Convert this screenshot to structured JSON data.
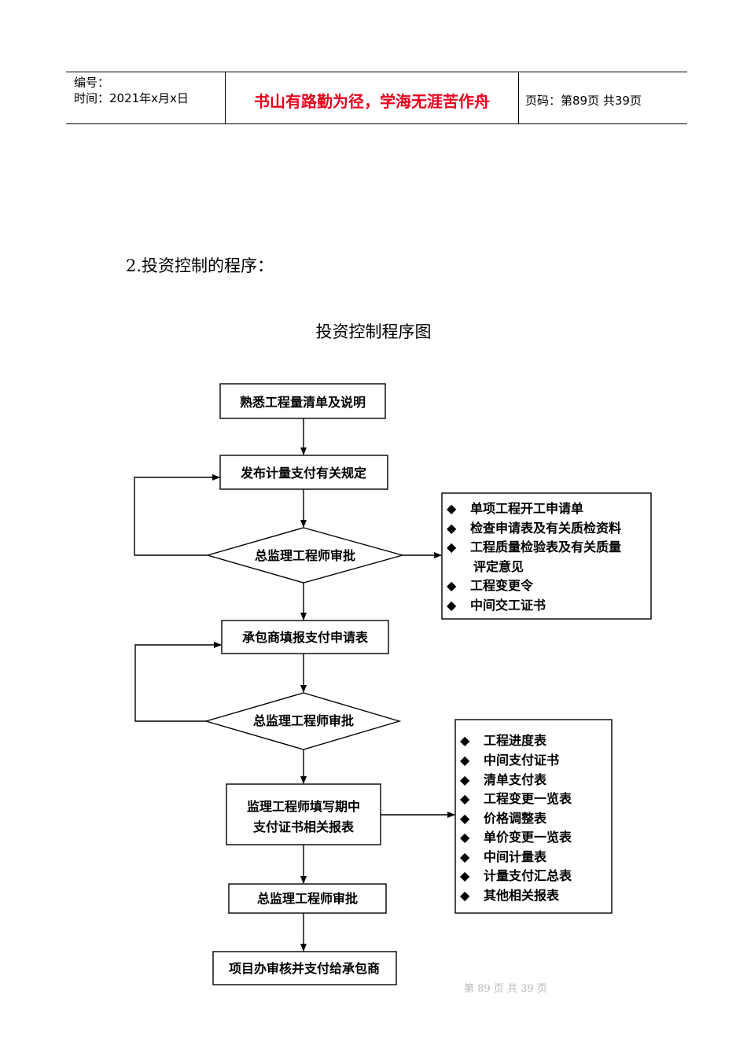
{
  "header": {
    "number_label": "编号：",
    "time_label": "时间：2021年x月x日",
    "motto": "书山有路勤为径，学海无涯苦作舟",
    "page_label": "页码：第89页  共39页"
  },
  "section_heading": "2.投资控制的程序：",
  "diagram": {
    "title": "投资控制程序图",
    "steps": {
      "familiarize": "熟悉工程量清单及说明",
      "publish_rules": "发布计量支付有关规定",
      "approve_1": "总监理工程师审批",
      "contractor_apply": "承包商填报支付申请表",
      "approve_2": "总监理工程师审批",
      "engineer_fill_line1": "监理工程师填写期中",
      "engineer_fill_line2": "支付证书相关报表",
      "approve_3": "总监理工程师审批",
      "project_office_pay": "项目办审核并支付给承包商"
    },
    "list_1": [
      "单项工程开工申请单",
      "检查申请表及有关质检资料",
      "工程质量检验表及有关质量",
      "评定意见",
      "工程变更令",
      "中间交工证书"
    ],
    "list_2": [
      "工程进度表",
      "中间支付证书",
      "清单支付表",
      "工程变更一览表",
      "价格调整表",
      "单价变更一览表",
      "中间计量表",
      "计量支付汇总表",
      "其他相关报表"
    ],
    "bullet_glyph": "◆"
  },
  "footer_ghost": "第 89 页 共 39 页"
}
